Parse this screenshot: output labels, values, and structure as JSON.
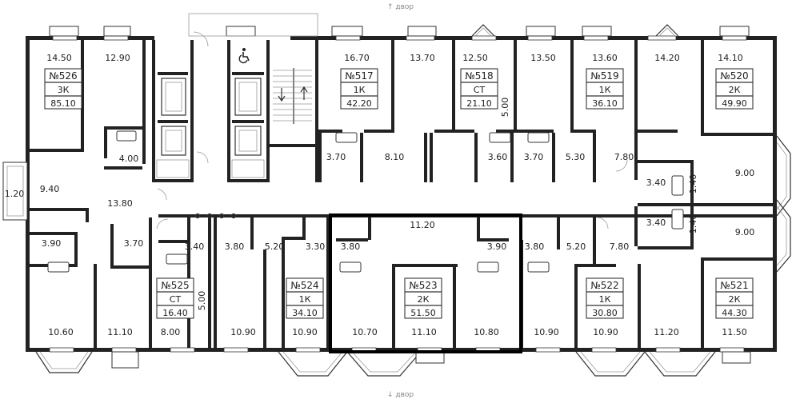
{
  "compass": {
    "top": "↑ двор",
    "bottom": "↓ двор"
  },
  "selected_apartment": "№523",
  "colors": {
    "walls": "#222222",
    "selected_outline": "#000000",
    "background": "#ffffff"
  },
  "icons": {
    "accessibility": "wheelchair-icon"
  },
  "apartments": [
    {
      "number": "№526",
      "type": "3К",
      "area": "85.10"
    },
    {
      "number": "№517",
      "type": "1К",
      "area": "42.20"
    },
    {
      "number": "№518",
      "type": "СТ",
      "area": "21.10"
    },
    {
      "number": "№519",
      "type": "1К",
      "area": "36.10"
    },
    {
      "number": "№520",
      "type": "2К",
      "area": "49.90"
    },
    {
      "number": "№525",
      "type": "СТ",
      "area": "16.40"
    },
    {
      "number": "№524",
      "type": "1К",
      "area": "34.10"
    },
    {
      "number": "№523",
      "type": "2К",
      "area": "51.50"
    },
    {
      "number": "№522",
      "type": "1К",
      "area": "30.80"
    },
    {
      "number": "№521",
      "type": "2К",
      "area": "44.30"
    }
  ],
  "room_areas": [
    "14.50",
    "12.90",
    "4.00",
    "9.40",
    "1.20",
    "13.80",
    "3.90",
    "3.70",
    "10.60",
    "11.10",
    "16.70",
    "13.70",
    "12.50",
    "13.50",
    "13.60",
    "14.20",
    "14.10",
    "3.70",
    "8.10",
    "3.60",
    "3.70",
    "5.30",
    "7.80",
    "3.40",
    "1.40",
    "9.00",
    "3.40",
    "1.40",
    "9.00",
    "5.00",
    "3.40",
    "3.80",
    "5.20",
    "3.30",
    "3.80",
    "11.20",
    "3.90",
    "3.80",
    "5.20",
    "7.80",
    "5.00",
    "8.00",
    "10.90",
    "10.90",
    "10.70",
    "11.10",
    "10.80",
    "10.90",
    "10.90",
    "11.20",
    "11.50"
  ]
}
